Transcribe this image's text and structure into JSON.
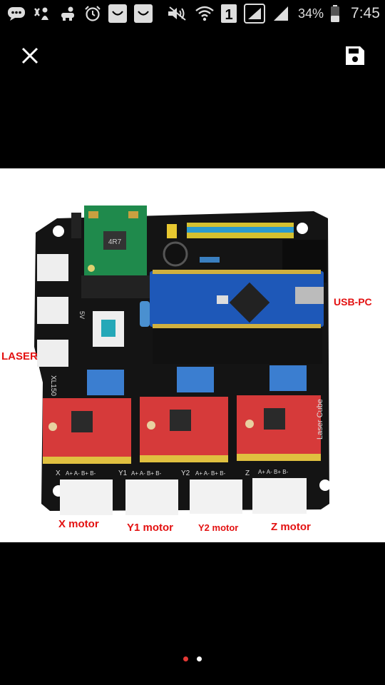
{
  "status_bar": {
    "left_icons": [
      "chat-icon",
      "cat-icon",
      "baby-icon",
      "alarm-icon",
      "inbox-icon",
      "inbox-icon-2"
    ],
    "right_icons": [
      "mute-icon",
      "wifi-icon",
      "sim-1-icon",
      "signal-icon",
      "signal-icon-2"
    ],
    "sim_label": "1",
    "battery": "34%",
    "time": "7:45"
  },
  "topbar": {
    "close_icon": "close-icon",
    "save_icon": "save-icon"
  },
  "image": {
    "labels": {
      "laser": "LASER",
      "usb": "USB-PC",
      "x_motor": "X motor",
      "y1_motor": "Y1 motor",
      "y2_motor": "Y2 motor",
      "z_motor": "Z motor"
    },
    "silk": {
      "xl": "XL150",
      "laser_cube": "Laser Cube",
      "chip": "4R7",
      "x": "X",
      "y1": "Y1",
      "y2": "Y2",
      "z": "Z",
      "pins": "A+ A- B+ B-",
      "fiveV": "5V"
    }
  },
  "pager": {
    "count": 2,
    "active_index": 0
  },
  "colors": {
    "label_red": "#e31111",
    "pager_active": "#e53935",
    "pager_inactive": "#ffffff"
  }
}
